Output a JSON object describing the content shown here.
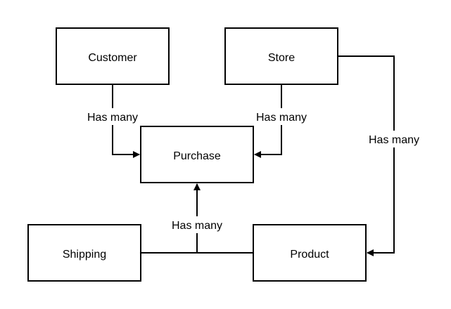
{
  "diagram": {
    "entities": {
      "customer": "Customer",
      "store": "Store",
      "purchase": "Purchase",
      "shipping": "Shipping",
      "product": "Product"
    },
    "relationships": {
      "customer_purchase": "Has many",
      "store_purchase": "Has many",
      "store_product": "Has many",
      "shipping_product_purchase": "Has many"
    },
    "colors": {
      "stroke": "#000000",
      "fill": "#ffffff"
    }
  }
}
